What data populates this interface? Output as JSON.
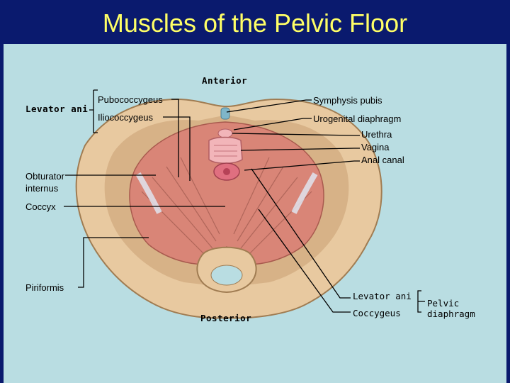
{
  "title": "Muscles of the Pelvic Floor",
  "labels": {
    "anterior": "Anterior",
    "posterior": "Posterior",
    "levator_ani_group": "Levator ani",
    "pubococcygeus": "Pubococcygeus",
    "iliococcygeus": "Iliococcygeus",
    "symphysis_pubis": "Symphysis pubis",
    "urogenital_diaphragm": "Urogenital diaphragm",
    "urethra": "Urethra",
    "vagina": "Vagina",
    "anal_canal": "Anal canal",
    "obturator_internus_1": "Obturator",
    "obturator_internus_2": "internus",
    "coccyx": "Coccyx",
    "piriformis": "Piriformis",
    "levator_ani": "Levator ani",
    "coccygeus": "Coccygeus",
    "pelvic_diaphragm_1": "Pelvic",
    "pelvic_diaphragm_2": "diaphragm"
  },
  "colors": {
    "title": "#ffff66",
    "background": "#0a1a6e",
    "panel": "#b9dde2",
    "bone": "#e8c9a0",
    "muscle": "#d98577"
  }
}
